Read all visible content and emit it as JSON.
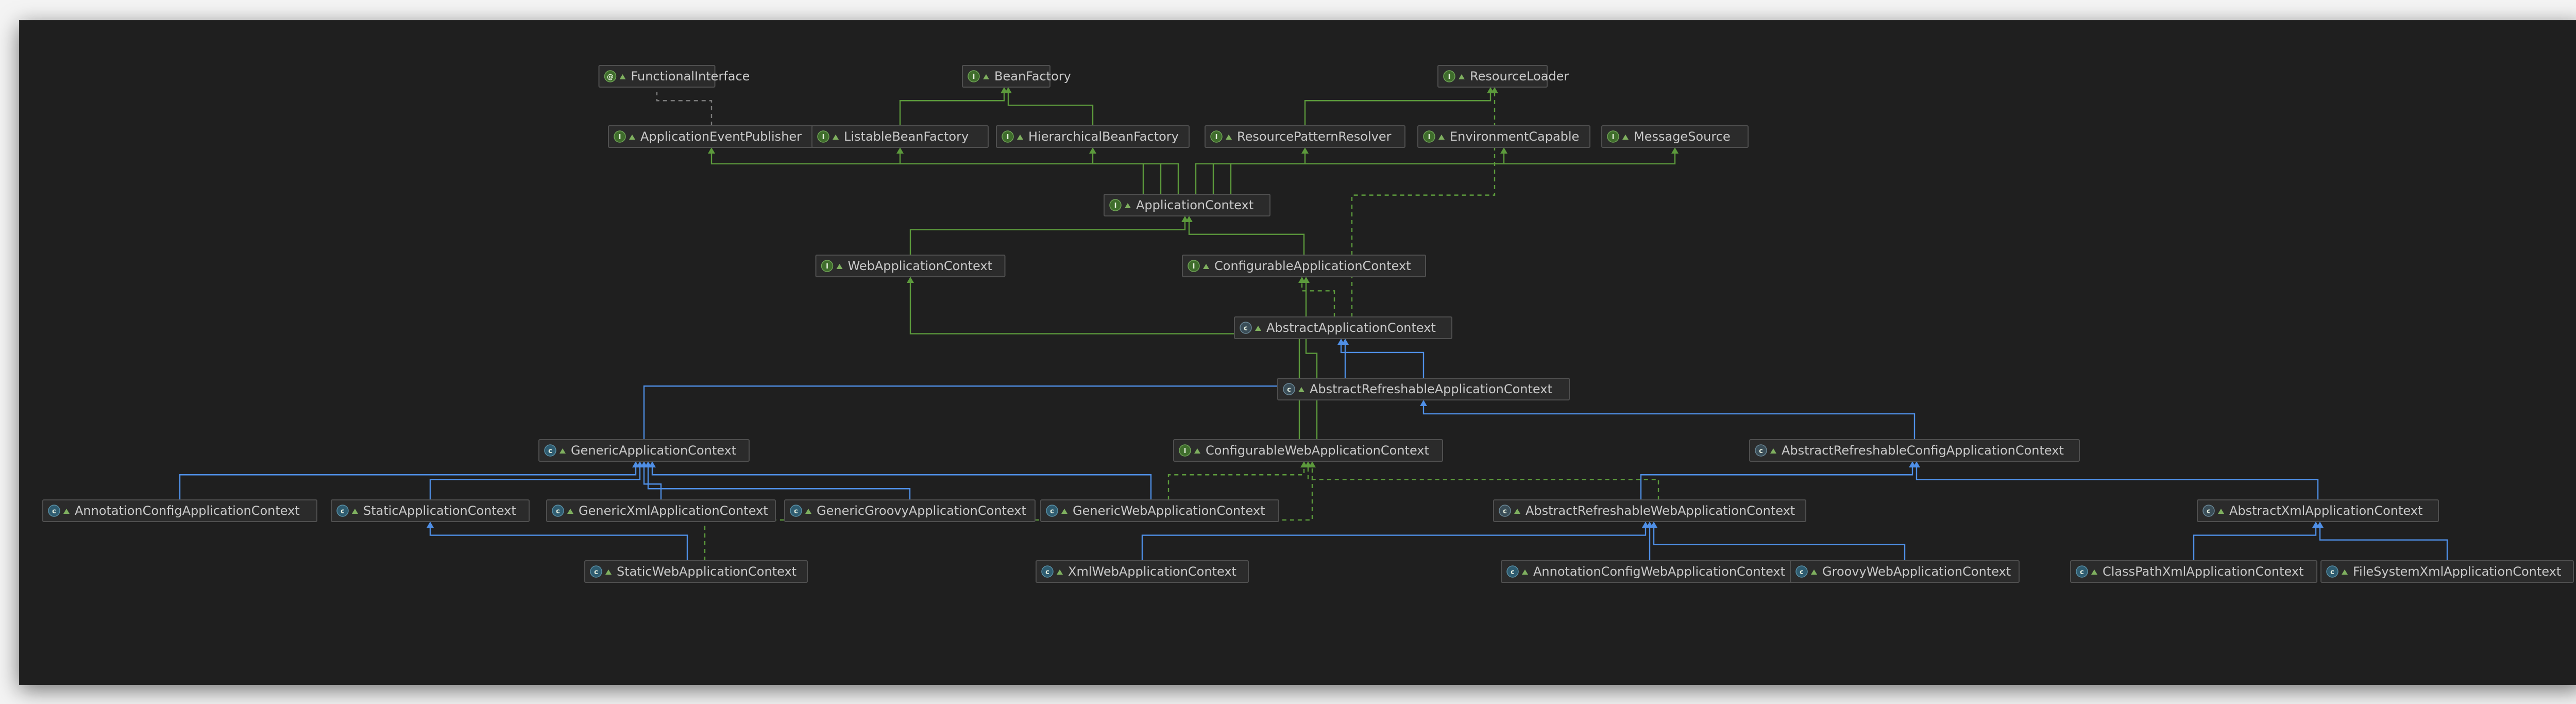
{
  "colors": {
    "interface_edge": "#5c9a3c",
    "class_edge": "#4f8fe6",
    "dependency_edge": "#7a7a7a",
    "interface_badge": "#3f6d2c",
    "class_badge": "#2f5c70"
  },
  "nodes": [
    {
      "id": "FunctionalInterface",
      "label": "FunctionalInterface",
      "kind": "annotation",
      "icon": "annotation-icon"
    },
    {
      "id": "BeanFactory",
      "label": "BeanFactory",
      "kind": "interface",
      "icon": "interface-icon"
    },
    {
      "id": "ResourceLoader",
      "label": "ResourceLoader",
      "kind": "interface",
      "icon": "interface-icon"
    },
    {
      "id": "ApplicationEventPublisher",
      "label": "ApplicationEventPublisher",
      "kind": "interface",
      "icon": "interface-icon"
    },
    {
      "id": "ListableBeanFactory",
      "label": "ListableBeanFactory",
      "kind": "interface",
      "icon": "interface-icon"
    },
    {
      "id": "HierarchicalBeanFactory",
      "label": "HierarchicalBeanFactory",
      "kind": "interface",
      "icon": "interface-icon"
    },
    {
      "id": "ResourcePatternResolver",
      "label": "ResourcePatternResolver",
      "kind": "interface",
      "icon": "interface-icon"
    },
    {
      "id": "EnvironmentCapable",
      "label": "EnvironmentCapable",
      "kind": "interface",
      "icon": "interface-icon"
    },
    {
      "id": "MessageSource",
      "label": "MessageSource",
      "kind": "interface",
      "icon": "interface-icon"
    },
    {
      "id": "ApplicationContext",
      "label": "ApplicationContext",
      "kind": "interface",
      "icon": "interface-icon"
    },
    {
      "id": "WebApplicationContext",
      "label": "WebApplicationContext",
      "kind": "interface",
      "icon": "interface-icon"
    },
    {
      "id": "ConfigurableApplicationContext",
      "label": "ConfigurableApplicationContext",
      "kind": "interface",
      "icon": "interface-icon"
    },
    {
      "id": "AbstractApplicationContext",
      "label": "AbstractApplicationContext",
      "kind": "abstract",
      "icon": "abstract-class-icon"
    },
    {
      "id": "AbstractRefreshableApplicationContext",
      "label": "AbstractRefreshableApplicationContext",
      "kind": "abstract",
      "icon": "abstract-class-icon"
    },
    {
      "id": "GenericApplicationContext",
      "label": "GenericApplicationContext",
      "kind": "class",
      "icon": "class-icon"
    },
    {
      "id": "ConfigurableWebApplicationContext",
      "label": "ConfigurableWebApplicationContext",
      "kind": "interface",
      "icon": "interface-icon"
    },
    {
      "id": "AbstractRefreshableConfigApplicationContext",
      "label": "AbstractRefreshableConfigApplicationContext",
      "kind": "abstract",
      "icon": "abstract-class-icon"
    },
    {
      "id": "AnnotationConfigApplicationContext",
      "label": "AnnotationConfigApplicationContext",
      "kind": "class",
      "icon": "class-icon"
    },
    {
      "id": "StaticApplicationContext",
      "label": "StaticApplicationContext",
      "kind": "class",
      "icon": "class-icon"
    },
    {
      "id": "GenericXmlApplicationContext",
      "label": "GenericXmlApplicationContext",
      "kind": "class",
      "icon": "class-icon"
    },
    {
      "id": "GenericGroovyApplicationContext",
      "label": "GenericGroovyApplicationContext",
      "kind": "class",
      "icon": "class-icon"
    },
    {
      "id": "GenericWebApplicationContext",
      "label": "GenericWebApplicationContext",
      "kind": "class",
      "icon": "class-icon"
    },
    {
      "id": "AbstractRefreshableWebApplicationContext",
      "label": "AbstractRefreshableWebApplicationContext",
      "kind": "abstract",
      "icon": "abstract-class-icon"
    },
    {
      "id": "AbstractXmlApplicationContext",
      "label": "AbstractXmlApplicationContext",
      "kind": "abstract",
      "icon": "abstract-class-icon"
    },
    {
      "id": "StaticWebApplicationContext",
      "label": "StaticWebApplicationContext",
      "kind": "class",
      "icon": "class-icon"
    },
    {
      "id": "XmlWebApplicationContext",
      "label": "XmlWebApplicationContext",
      "kind": "class",
      "icon": "class-icon"
    },
    {
      "id": "AnnotationConfigWebApplicationContext",
      "label": "AnnotationConfigWebApplicationContext",
      "kind": "class",
      "icon": "class-icon"
    },
    {
      "id": "GroovyWebApplicationContext",
      "label": "GroovyWebApplicationContext",
      "kind": "class",
      "icon": "class-icon"
    },
    {
      "id": "ClassPathXmlApplicationContext",
      "label": "ClassPathXmlApplicationContext",
      "kind": "class",
      "icon": "class-icon"
    },
    {
      "id": "FileSystemXmlApplicationContext",
      "label": "FileSystemXmlApplicationContext",
      "kind": "class",
      "icon": "class-icon"
    }
  ],
  "edges": [
    {
      "from": "ListableBeanFactory",
      "to": "BeanFactory",
      "type": "extends-interface"
    },
    {
      "from": "HierarchicalBeanFactory",
      "to": "BeanFactory",
      "type": "extends-interface"
    },
    {
      "from": "ResourcePatternResolver",
      "to": "ResourceLoader",
      "type": "extends-interface"
    },
    {
      "from": "ApplicationEventPublisher",
      "to": "FunctionalInterface",
      "type": "annotated"
    },
    {
      "from": "ApplicationContext",
      "to": "ApplicationEventPublisher",
      "type": "extends-interface"
    },
    {
      "from": "ApplicationContext",
      "to": "ListableBeanFactory",
      "type": "extends-interface"
    },
    {
      "from": "ApplicationContext",
      "to": "HierarchicalBeanFactory",
      "type": "extends-interface"
    },
    {
      "from": "ApplicationContext",
      "to": "ResourcePatternResolver",
      "type": "extends-interface"
    },
    {
      "from": "ApplicationContext",
      "to": "EnvironmentCapable",
      "type": "extends-interface"
    },
    {
      "from": "ApplicationContext",
      "to": "MessageSource",
      "type": "extends-interface"
    },
    {
      "from": "WebApplicationContext",
      "to": "ApplicationContext",
      "type": "extends-interface"
    },
    {
      "from": "ConfigurableApplicationContext",
      "to": "ApplicationContext",
      "type": "extends-interface"
    },
    {
      "from": "AbstractApplicationContext",
      "to": "ConfigurableApplicationContext",
      "type": "implements"
    },
    {
      "from": "AbstractApplicationContext",
      "to": "ResourceLoader",
      "type": "implements"
    },
    {
      "from": "AbstractRefreshableApplicationContext",
      "to": "AbstractApplicationContext",
      "type": "extends-class"
    },
    {
      "from": "GenericApplicationContext",
      "to": "AbstractApplicationContext",
      "type": "extends-class"
    },
    {
      "from": "ConfigurableWebApplicationContext",
      "to": "WebApplicationContext",
      "type": "extends-interface"
    },
    {
      "from": "ConfigurableWebApplicationContext",
      "to": "ConfigurableApplicationContext",
      "type": "extends-interface"
    },
    {
      "from": "AbstractRefreshableConfigApplicationContext",
      "to": "AbstractRefreshableApplicationContext",
      "type": "extends-class"
    },
    {
      "from": "AnnotationConfigApplicationContext",
      "to": "GenericApplicationContext",
      "type": "extends-class"
    },
    {
      "from": "StaticApplicationContext",
      "to": "GenericApplicationContext",
      "type": "extends-class"
    },
    {
      "from": "GenericXmlApplicationContext",
      "to": "GenericApplicationContext",
      "type": "extends-class"
    },
    {
      "from": "GenericGroovyApplicationContext",
      "to": "GenericApplicationContext",
      "type": "extends-class"
    },
    {
      "from": "GenericWebApplicationContext",
      "to": "GenericApplicationContext",
      "type": "extends-class"
    },
    {
      "from": "GenericWebApplicationContext",
      "to": "ConfigurableWebApplicationContext",
      "type": "implements"
    },
    {
      "from": "AbstractRefreshableWebApplicationContext",
      "to": "AbstractRefreshableConfigApplicationContext",
      "type": "extends-class"
    },
    {
      "from": "AbstractRefreshableWebApplicationContext",
      "to": "ConfigurableWebApplicationContext",
      "type": "implements"
    },
    {
      "from": "AbstractXmlApplicationContext",
      "to": "AbstractRefreshableConfigApplicationContext",
      "type": "extends-class"
    },
    {
      "from": "StaticWebApplicationContext",
      "to": "StaticApplicationContext",
      "type": "extends-class"
    },
    {
      "from": "StaticWebApplicationContext",
      "to": "ConfigurableWebApplicationContext",
      "type": "implements"
    },
    {
      "from": "XmlWebApplicationContext",
      "to": "AbstractRefreshableWebApplicationContext",
      "type": "extends-class"
    },
    {
      "from": "AnnotationConfigWebApplicationContext",
      "to": "AbstractRefreshableWebApplicationContext",
      "type": "extends-class"
    },
    {
      "from": "GroovyWebApplicationContext",
      "to": "AbstractRefreshableWebApplicationContext",
      "type": "extends-class"
    },
    {
      "from": "ClassPathXmlApplicationContext",
      "to": "AbstractXmlApplicationContext",
      "type": "extends-class"
    },
    {
      "from": "FileSystemXmlApplicationContext",
      "to": "AbstractXmlApplicationContext",
      "type": "extends-class"
    }
  ]
}
